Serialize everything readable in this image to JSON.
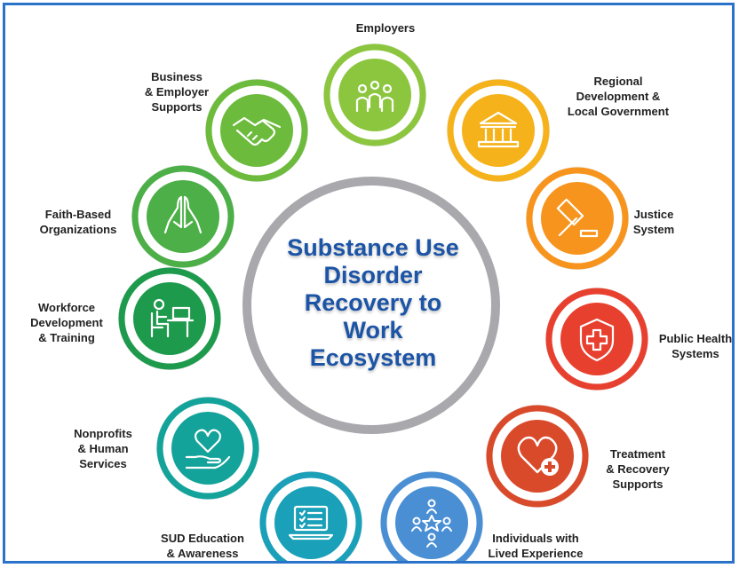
{
  "center": {
    "lines": [
      "Substance Use",
      "Disorder",
      "Recovery to",
      "Work",
      "Ecosystem"
    ],
    "color": "#1c54a6"
  },
  "nodes": [
    {
      "id": "employers",
      "icon": "people-group-icon",
      "color": "#8cc63f",
      "lines": [
        "Employers"
      ]
    },
    {
      "id": "regional",
      "icon": "government-building-icon",
      "color": "#f5b21a",
      "lines": [
        "Regional",
        "Development &",
        "Local Government"
      ]
    },
    {
      "id": "justice",
      "icon": "gavel-icon",
      "color": "#f7941d",
      "lines": [
        "Justice",
        "System"
      ]
    },
    {
      "id": "public-health",
      "icon": "medical-shield-icon",
      "color": "#e8402f",
      "lines": [
        "Public Health",
        "Systems"
      ]
    },
    {
      "id": "treatment",
      "icon": "heart-plus-icon",
      "color": "#d94a2b",
      "lines": [
        "Treatment",
        "& Recovery",
        "Supports"
      ]
    },
    {
      "id": "individuals",
      "icon": "people-star-icon",
      "color": "#4a8fd4",
      "lines": [
        "Individuals with",
        "Lived Experience"
      ]
    },
    {
      "id": "sud-education",
      "icon": "laptop-checklist-icon",
      "color": "#1aa0b8",
      "lines": [
        "SUD Education",
        "& Awareness"
      ]
    },
    {
      "id": "nonprofits",
      "icon": "heart-hand-icon",
      "color": "#14a39a",
      "lines": [
        "Nonprofits",
        "& Human",
        "Services"
      ]
    },
    {
      "id": "workforce",
      "icon": "person-at-desk-icon",
      "color": "#1e9a4c",
      "lines": [
        "Workforce",
        "Development",
        "& Training"
      ]
    },
    {
      "id": "faith",
      "icon": "praying-hands-icon",
      "color": "#4caf47",
      "lines": [
        "Faith-Based",
        "Organizations"
      ]
    },
    {
      "id": "business",
      "icon": "handshake-icon",
      "color": "#6cbb3c",
      "lines": [
        "Business",
        "& Employer",
        "Supports"
      ]
    }
  ]
}
